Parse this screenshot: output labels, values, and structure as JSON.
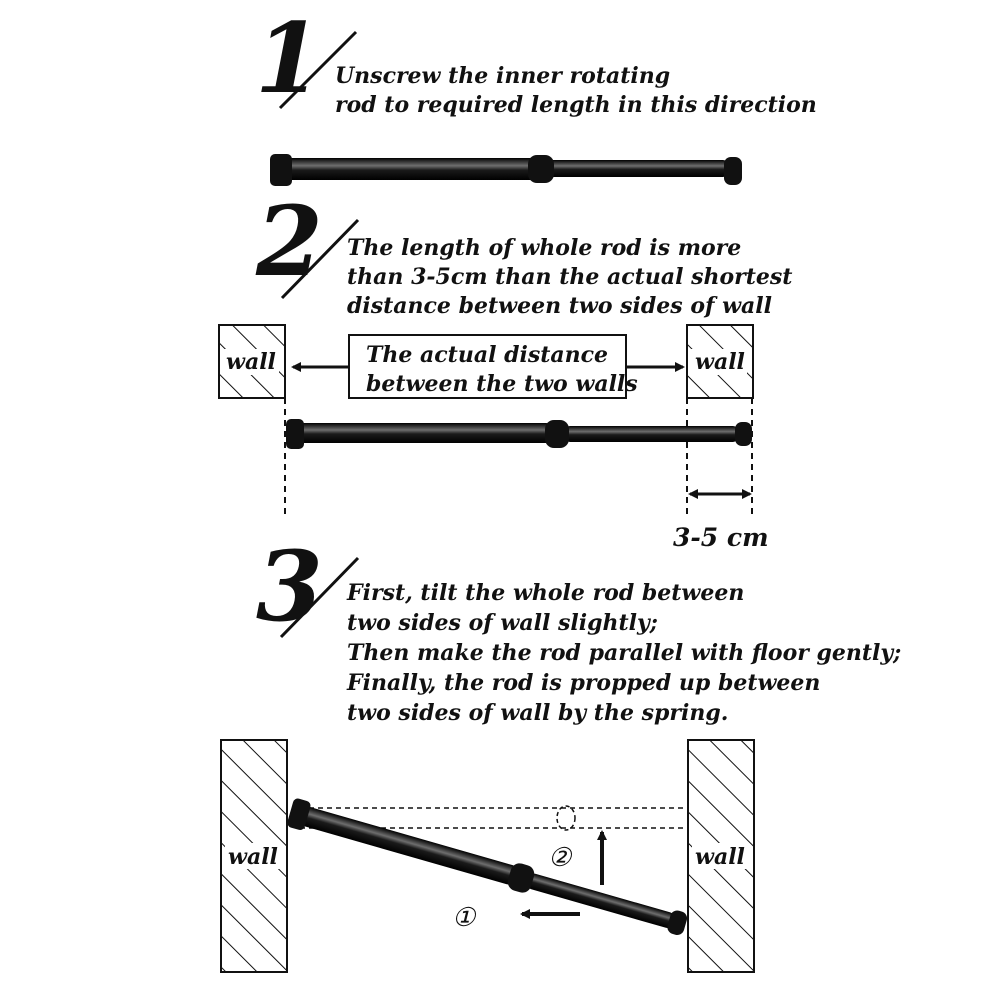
{
  "steps": [
    {
      "number": "1",
      "lines": [
        "Unscrew the inner rotating",
        "rod to required length in this direction"
      ]
    },
    {
      "number": "2",
      "lines": [
        "The length of whole rod is more",
        "than 3-5cm than the actual shortest",
        "distance between two sides of wall"
      ]
    },
    {
      "number": "3",
      "lines": [
        "First, tilt the whole rod between",
        "two sides of wall slightly;",
        "Then make the rod parallel with floor gently;",
        "Finally, the rod is propped up between",
        "two sides of wall by the spring."
      ]
    }
  ],
  "wall_label": "wall",
  "distance_box": [
    "The actual distance",
    "between the two walls"
  ],
  "extra_length": "3-5 cm",
  "motion_labels": {
    "tilt": "①",
    "raise": "②"
  },
  "colors": {
    "ink": "#111111",
    "rod": "#1a1a1a",
    "rod_highlight": "#6e6e6e",
    "background": "#ffffff"
  }
}
